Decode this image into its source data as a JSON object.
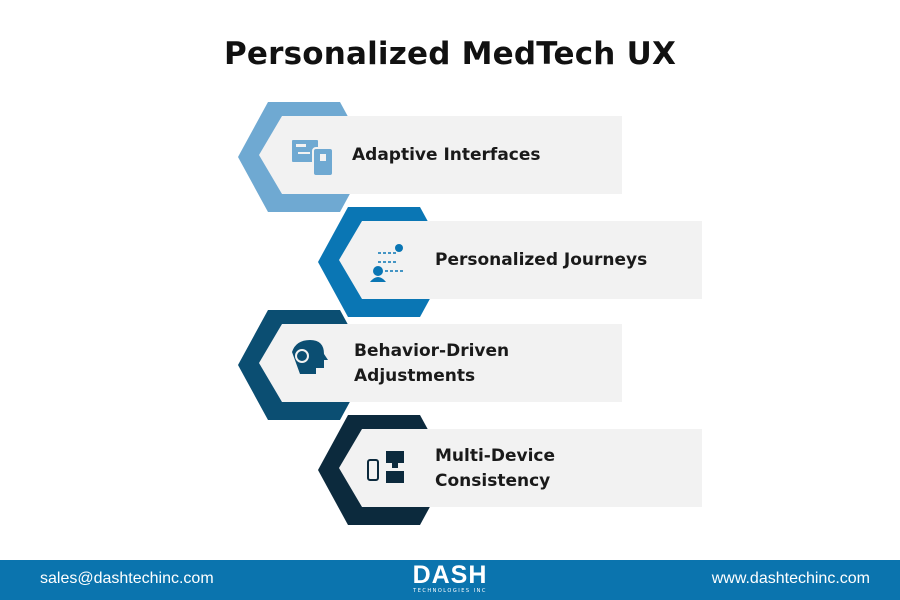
{
  "title": "Personalized MedTech UX",
  "items": [
    {
      "label": "Adaptive Interfaces",
      "icon": "adaptive-interface-icon",
      "color": "#6fa9d2"
    },
    {
      "label": "Personalized Journeys",
      "icon": "journey-route-icon",
      "color": "#0a76b4"
    },
    {
      "label": "Behavior-Driven Adjustments",
      "line1": "Behavior-Driven",
      "line2": "Adjustments",
      "icon": "head-gears-icon",
      "color": "#0b4e72"
    },
    {
      "label": "Multi-Device Consistency",
      "line1": "Multi-Device",
      "line2": "Consistency",
      "icon": "multi-device-icon",
      "color": "#0c2a3d"
    }
  ],
  "footer": {
    "email": "sales@dashtechinc.com",
    "website": "www.dashtechinc.com",
    "logo_text": "DASH",
    "logo_sub": "TECHNOLOGIES INC",
    "color": "#0b74ae"
  }
}
